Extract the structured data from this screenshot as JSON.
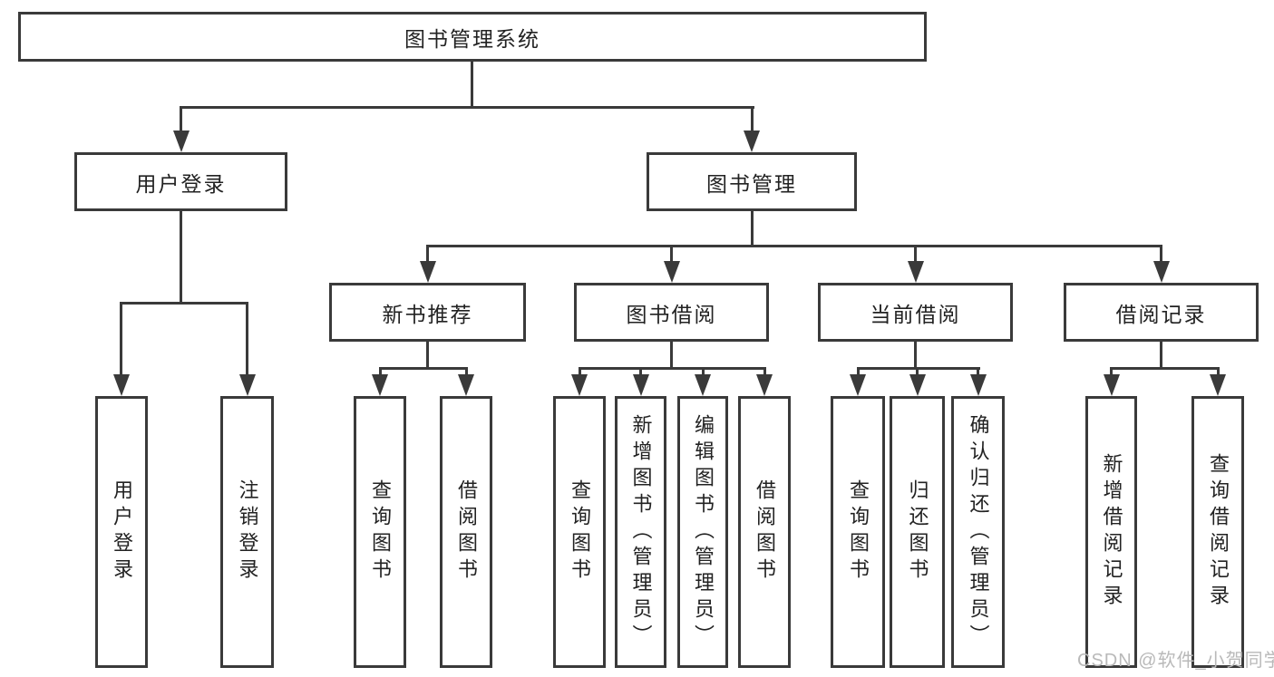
{
  "tree": {
    "root": {
      "label": "图书管理系统"
    },
    "user_login": {
      "label": "用户登录",
      "children": [
        "用户登录",
        "注销登录"
      ]
    },
    "book_mgmt": {
      "label": "图书管理",
      "groups": [
        {
          "label": "新书推荐",
          "children": [
            "查询图书",
            "借阅图书"
          ]
        },
        {
          "label": "图书借阅",
          "children": [
            "查询图书",
            "新增图书（管理员）",
            "编辑图书（管理员）",
            "借阅图书"
          ]
        },
        {
          "label": "当前借阅",
          "children": [
            "查询图书",
            "归还图书",
            "确认归还（管理员）"
          ]
        },
        {
          "label": "借阅记录",
          "children": [
            "新增借阅记录",
            "查询借阅记录"
          ]
        }
      ]
    }
  },
  "watermark": {
    "text": "CSDN @软件_小贺同学"
  },
  "colors": {
    "line": "#3a3a3a",
    "text": "#222222",
    "watermark": "#b9b9b9",
    "background": "#ffffff"
  }
}
